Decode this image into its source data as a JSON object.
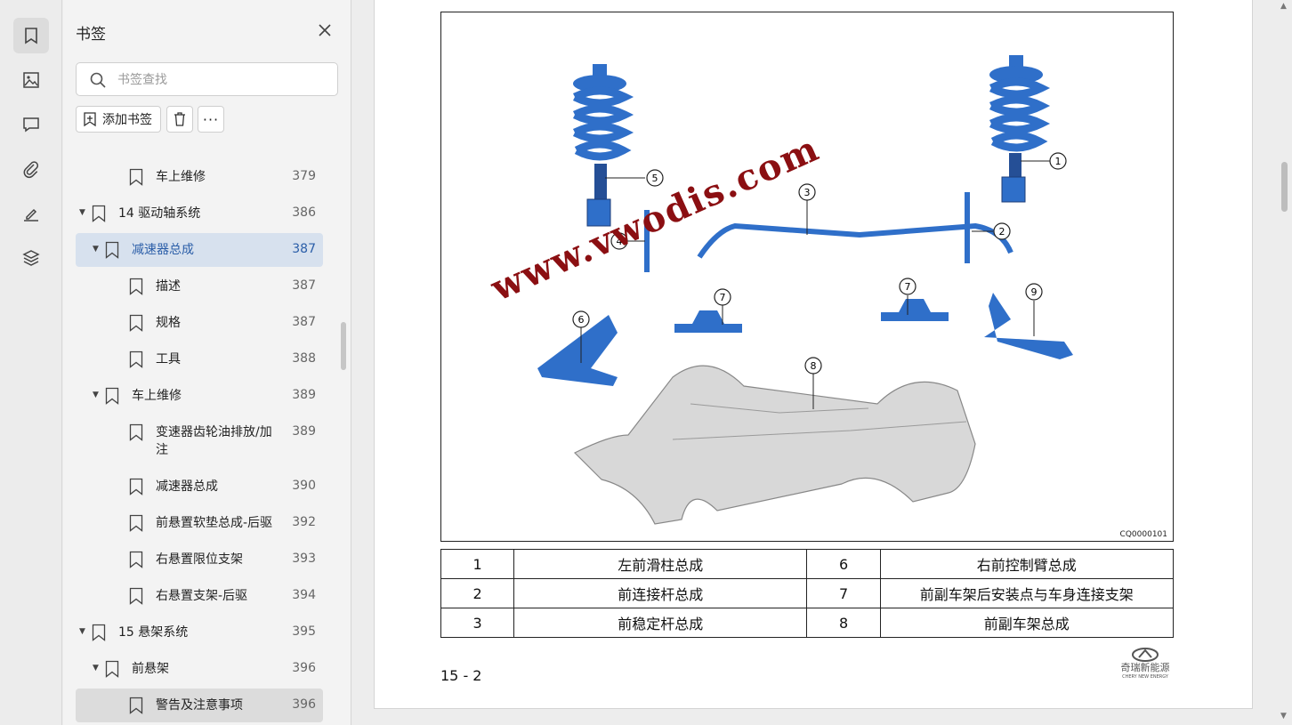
{
  "sidebar": {
    "title": "书签",
    "search_placeholder": "书签查找",
    "add_bookmark_label": "添加书签",
    "more_label": "···",
    "items": [
      {
        "label": "车上维修",
        "page": "379",
        "level": 2,
        "arrow": false
      },
      {
        "label": "14 驱动轴系统",
        "page": "386",
        "level": 0,
        "arrow": true
      },
      {
        "label": "减速器总成",
        "page": "387",
        "level": 1,
        "arrow": true,
        "selected": true
      },
      {
        "label": "描述",
        "page": "387",
        "level": 2,
        "arrow": false
      },
      {
        "label": "规格",
        "page": "387",
        "level": 2,
        "arrow": false
      },
      {
        "label": "工具",
        "page": "388",
        "level": 2,
        "arrow": false
      },
      {
        "label": "车上维修",
        "page": "389",
        "level": 1,
        "arrow": true
      },
      {
        "label": "变速器齿轮油排放/加",
        "label2": "注",
        "page": "389",
        "level": 2,
        "arrow": false
      },
      {
        "label": "减速器总成",
        "page": "390",
        "level": 2,
        "arrow": false
      },
      {
        "label": "前悬置软垫总成-后驱",
        "page": "392",
        "level": 2,
        "arrow": false
      },
      {
        "label": "右悬置限位支架",
        "page": "393",
        "level": 2,
        "arrow": false
      },
      {
        "label": "右悬置支架-后驱",
        "page": "394",
        "level": 2,
        "arrow": false
      },
      {
        "label": "15 悬架系统",
        "page": "395",
        "level": 0,
        "arrow": true
      },
      {
        "label": "前悬架",
        "page": "396",
        "level": 1,
        "arrow": true
      },
      {
        "label": "警告及注意事项",
        "page": "396",
        "level": 2,
        "arrow": false,
        "hovered": true
      }
    ]
  },
  "document": {
    "figure_code": "CQ0000101",
    "callouts": [
      "1",
      "2",
      "3",
      "4",
      "5",
      "6",
      "7",
      "7",
      "8",
      "9"
    ],
    "parts_table": [
      {
        "n1": "1",
        "d1": "左前滑柱总成",
        "n2": "6",
        "d2": "右前控制臂总成"
      },
      {
        "n1": "2",
        "d1": "前连接杆总成",
        "n2": "7",
        "d2": "前副车架后安装点与车身连接支架"
      },
      {
        "n1": "3",
        "d1": "前稳定杆总成",
        "n2": "8",
        "d2": "前副车架总成"
      }
    ],
    "page_number": "15 - 2",
    "watermark": "www.vwodis.com",
    "logo_text": "奇瑞新能源",
    "logo_subtext": "CHERY NEW ENERGY"
  },
  "colors": {
    "part_blue": "#2f6fc9",
    "selected_bg": "#d7e1ee",
    "watermark": "#8b0f12"
  }
}
